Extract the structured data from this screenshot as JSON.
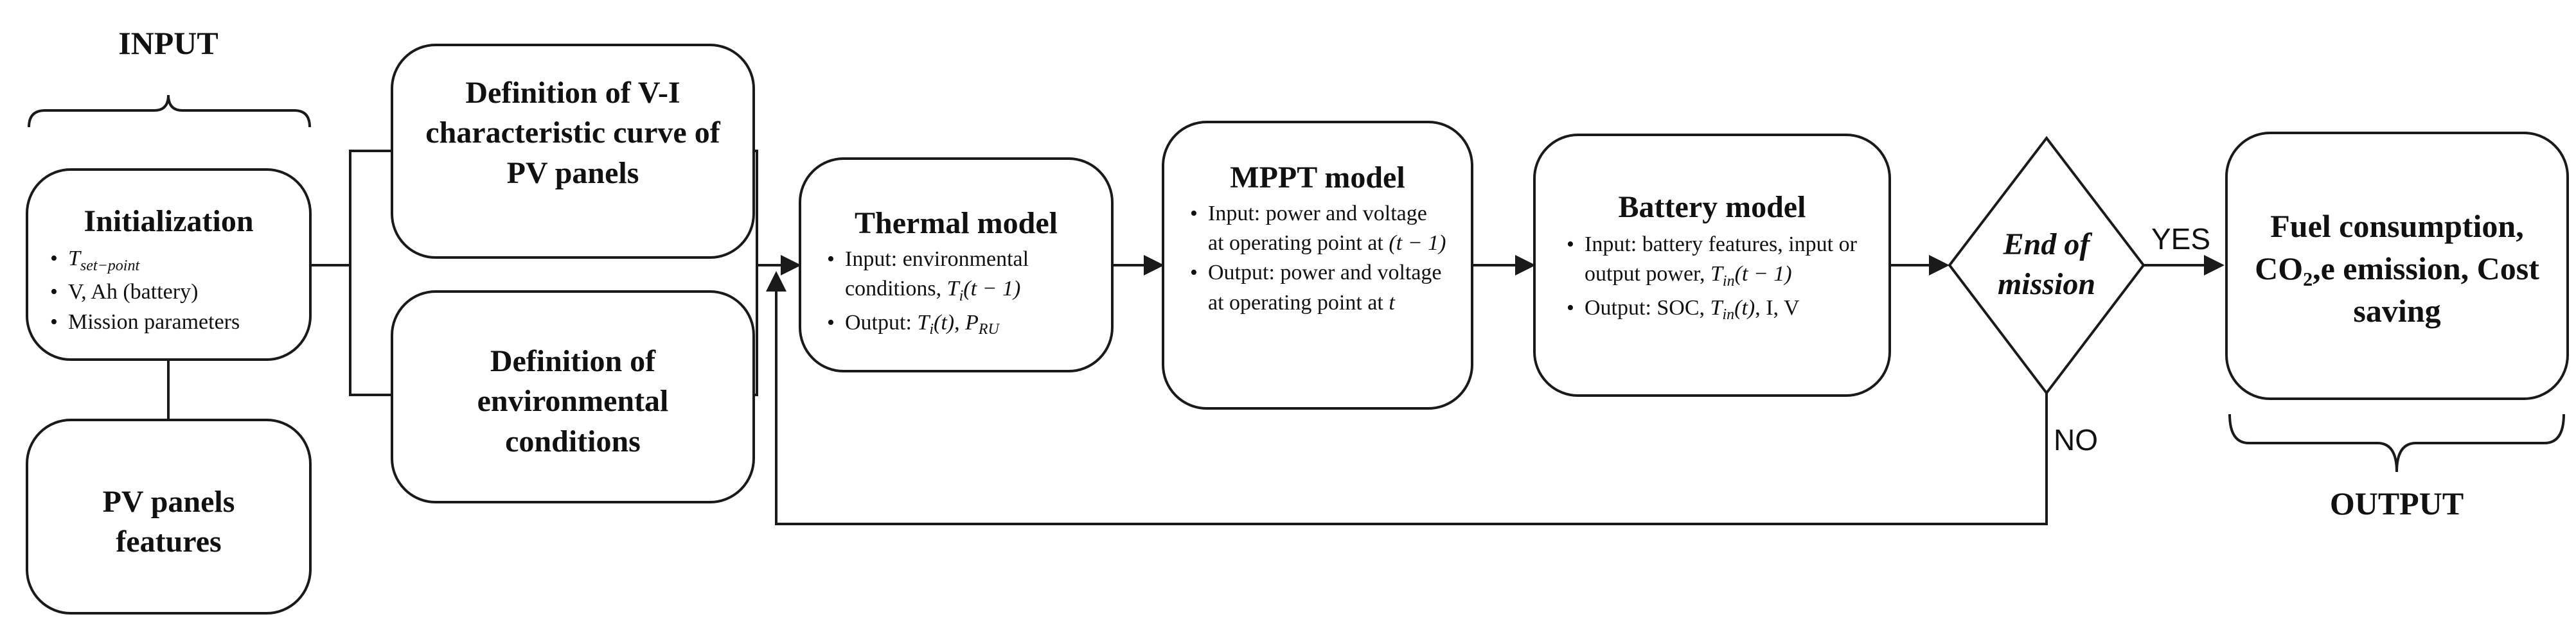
{
  "labels": {
    "input": "INPUT",
    "output": "OUTPUT",
    "yes": "YES",
    "no": "NO"
  },
  "boxes": {
    "initialization": {
      "title": "Initialization",
      "items": [
        "T",
        "V, Ah (battery)",
        "Mission parameters"
      ],
      "t_sub": "set−point"
    },
    "pv_features": {
      "title": "PV panels features"
    },
    "vi_curve": {
      "title": "Definition of V-I characteristic curve of PV panels"
    },
    "env_conditions": {
      "title": "Definition of environmental conditions"
    },
    "thermal_model": {
      "title": "Thermal model",
      "input_text": "Input: environmental conditions, ",
      "input_math": "T",
      "input_sub": "i",
      "input_arg": "(t − 1)",
      "output_text": "Output: ",
      "output_math1": "T",
      "output_sub1": "i",
      "output_arg1": "(t)",
      "output_sep": ", ",
      "output_math2": "P",
      "output_sub2": "RU"
    },
    "mppt_model": {
      "title": "MPPT model",
      "input_text": "Input: power and voltage at operating point at ",
      "input_arg": "(t − 1)",
      "output_text": "Output: power and voltage at operating point at ",
      "output_arg": "t"
    },
    "battery_model": {
      "title": "Battery model",
      "input_text": "Input: battery features, input or output power, ",
      "input_math": "T",
      "input_sub": "in",
      "input_arg": "(t − 1)",
      "output_text": "Output: SOC, ",
      "output_math": "T",
      "output_sub": "in",
      "output_arg": "(t)",
      "output_tail": ", I, V"
    },
    "end_of_mission": {
      "title": "End of mission"
    },
    "results": {
      "title": "Fuel consumption, CO₂,e emission, Cost saving"
    }
  }
}
